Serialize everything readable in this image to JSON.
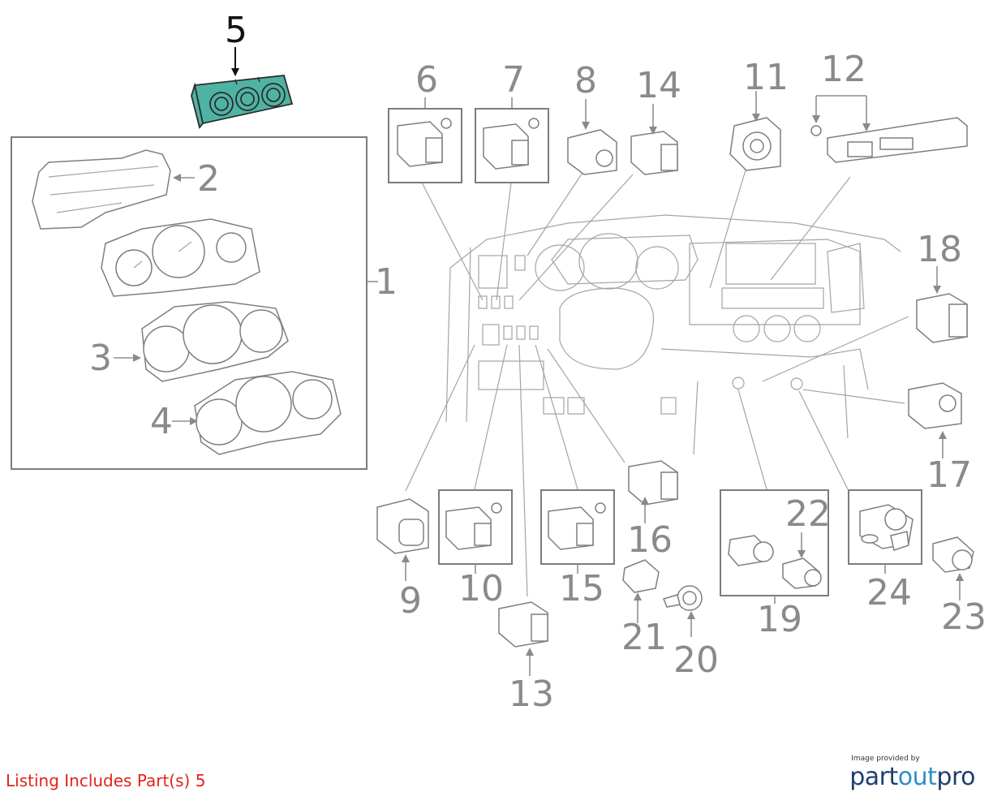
{
  "colors": {
    "highlight_fill": "#4fb3a3",
    "caption": "#e0241b",
    "brand_dark": "#1f3f6e",
    "brand_accent": "#2f8fc8"
  },
  "callouts": {
    "c1": "1",
    "c2": "2",
    "c3": "3",
    "c4": "4",
    "c5": "5",
    "c6": "6",
    "c7": "7",
    "c8": "8",
    "c9": "9",
    "c10": "10",
    "c11": "11",
    "c12": "12",
    "c13": "13",
    "c14": "14",
    "c15": "15",
    "c16": "16",
    "c17": "17",
    "c18": "18",
    "c19": "19",
    "c20": "20",
    "c21": "21",
    "c22": "22",
    "c23": "23",
    "c24": "24"
  },
  "highlighted_part": "5",
  "caption": "Listing Includes Part(s) 5",
  "credit": {
    "provided_by": "Image provided by",
    "brand_part1": "part",
    "brand_part2": "out",
    "brand_part3": "pro"
  }
}
